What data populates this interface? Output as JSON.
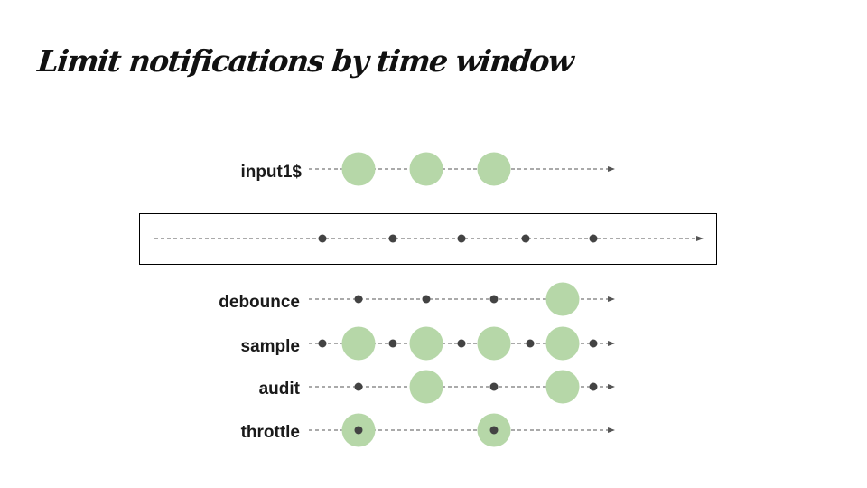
{
  "title": "Limit notifications by time window",
  "colors": {
    "emission_fill": "#b6d7a8",
    "tick_fill": "#434343",
    "line": "#555555",
    "box_border": "#000000"
  },
  "rows": [
    {
      "id": "input",
      "label": "input1$",
      "bubbles": [
        1,
        2,
        3
      ],
      "ticks": []
    },
    {
      "id": "notifier",
      "label": "",
      "boxed": true,
      "bubbles": [],
      "ticks": [
        1,
        2,
        3,
        4,
        5
      ]
    },
    {
      "id": "debounce",
      "label": "debounce",
      "bubbles": [
        4
      ],
      "ticks": [
        1,
        2,
        3
      ]
    },
    {
      "id": "sample",
      "label": "sample",
      "bubbles": [
        1,
        2,
        3,
        4
      ],
      "ticks": [
        0,
        1,
        2,
        3,
        4
      ]
    },
    {
      "id": "audit",
      "label": "audit",
      "bubbles": [
        2,
        4
      ],
      "ticks": [
        1,
        3,
        5
      ]
    },
    {
      "id": "throttle",
      "label": "throttle",
      "bubbles": [
        1,
        3
      ],
      "ticks": [
        1,
        3
      ]
    }
  ]
}
